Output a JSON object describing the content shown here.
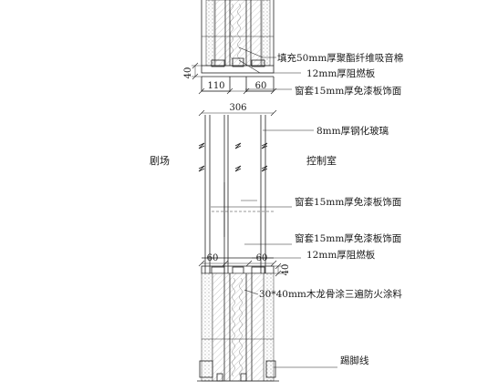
{
  "rooms": {
    "left": "剧场",
    "right": "控制室"
  },
  "callouts": [
    {
      "id": "fill",
      "text": "填充50mm厚聚酯纤维吸音棉"
    },
    {
      "id": "fireboard-top",
      "text": "12mm厚阻燃板"
    },
    {
      "id": "casing-top",
      "text": "窗套15mm厚免漆板饰面"
    },
    {
      "id": "glass",
      "text": "8mm厚钢化玻璃"
    },
    {
      "id": "casing-mid",
      "text": "窗套15mm厚免漆板饰面"
    },
    {
      "id": "casing-low",
      "text": "窗套15mm厚免漆板饰面"
    },
    {
      "id": "fireboard-low",
      "text": "12mm厚阻燃板"
    },
    {
      "id": "keel",
      "text": "30*40mm木龙骨涂三遍防火涂料"
    },
    {
      "id": "skirting",
      "text": "踢脚线"
    }
  ],
  "dimensions": {
    "top_height": "40",
    "top_left_width": "110",
    "top_right_width": "60",
    "total_width": "306",
    "bottom_left_width": "60",
    "bottom_right_width": "60",
    "bottom_height": "40"
  }
}
